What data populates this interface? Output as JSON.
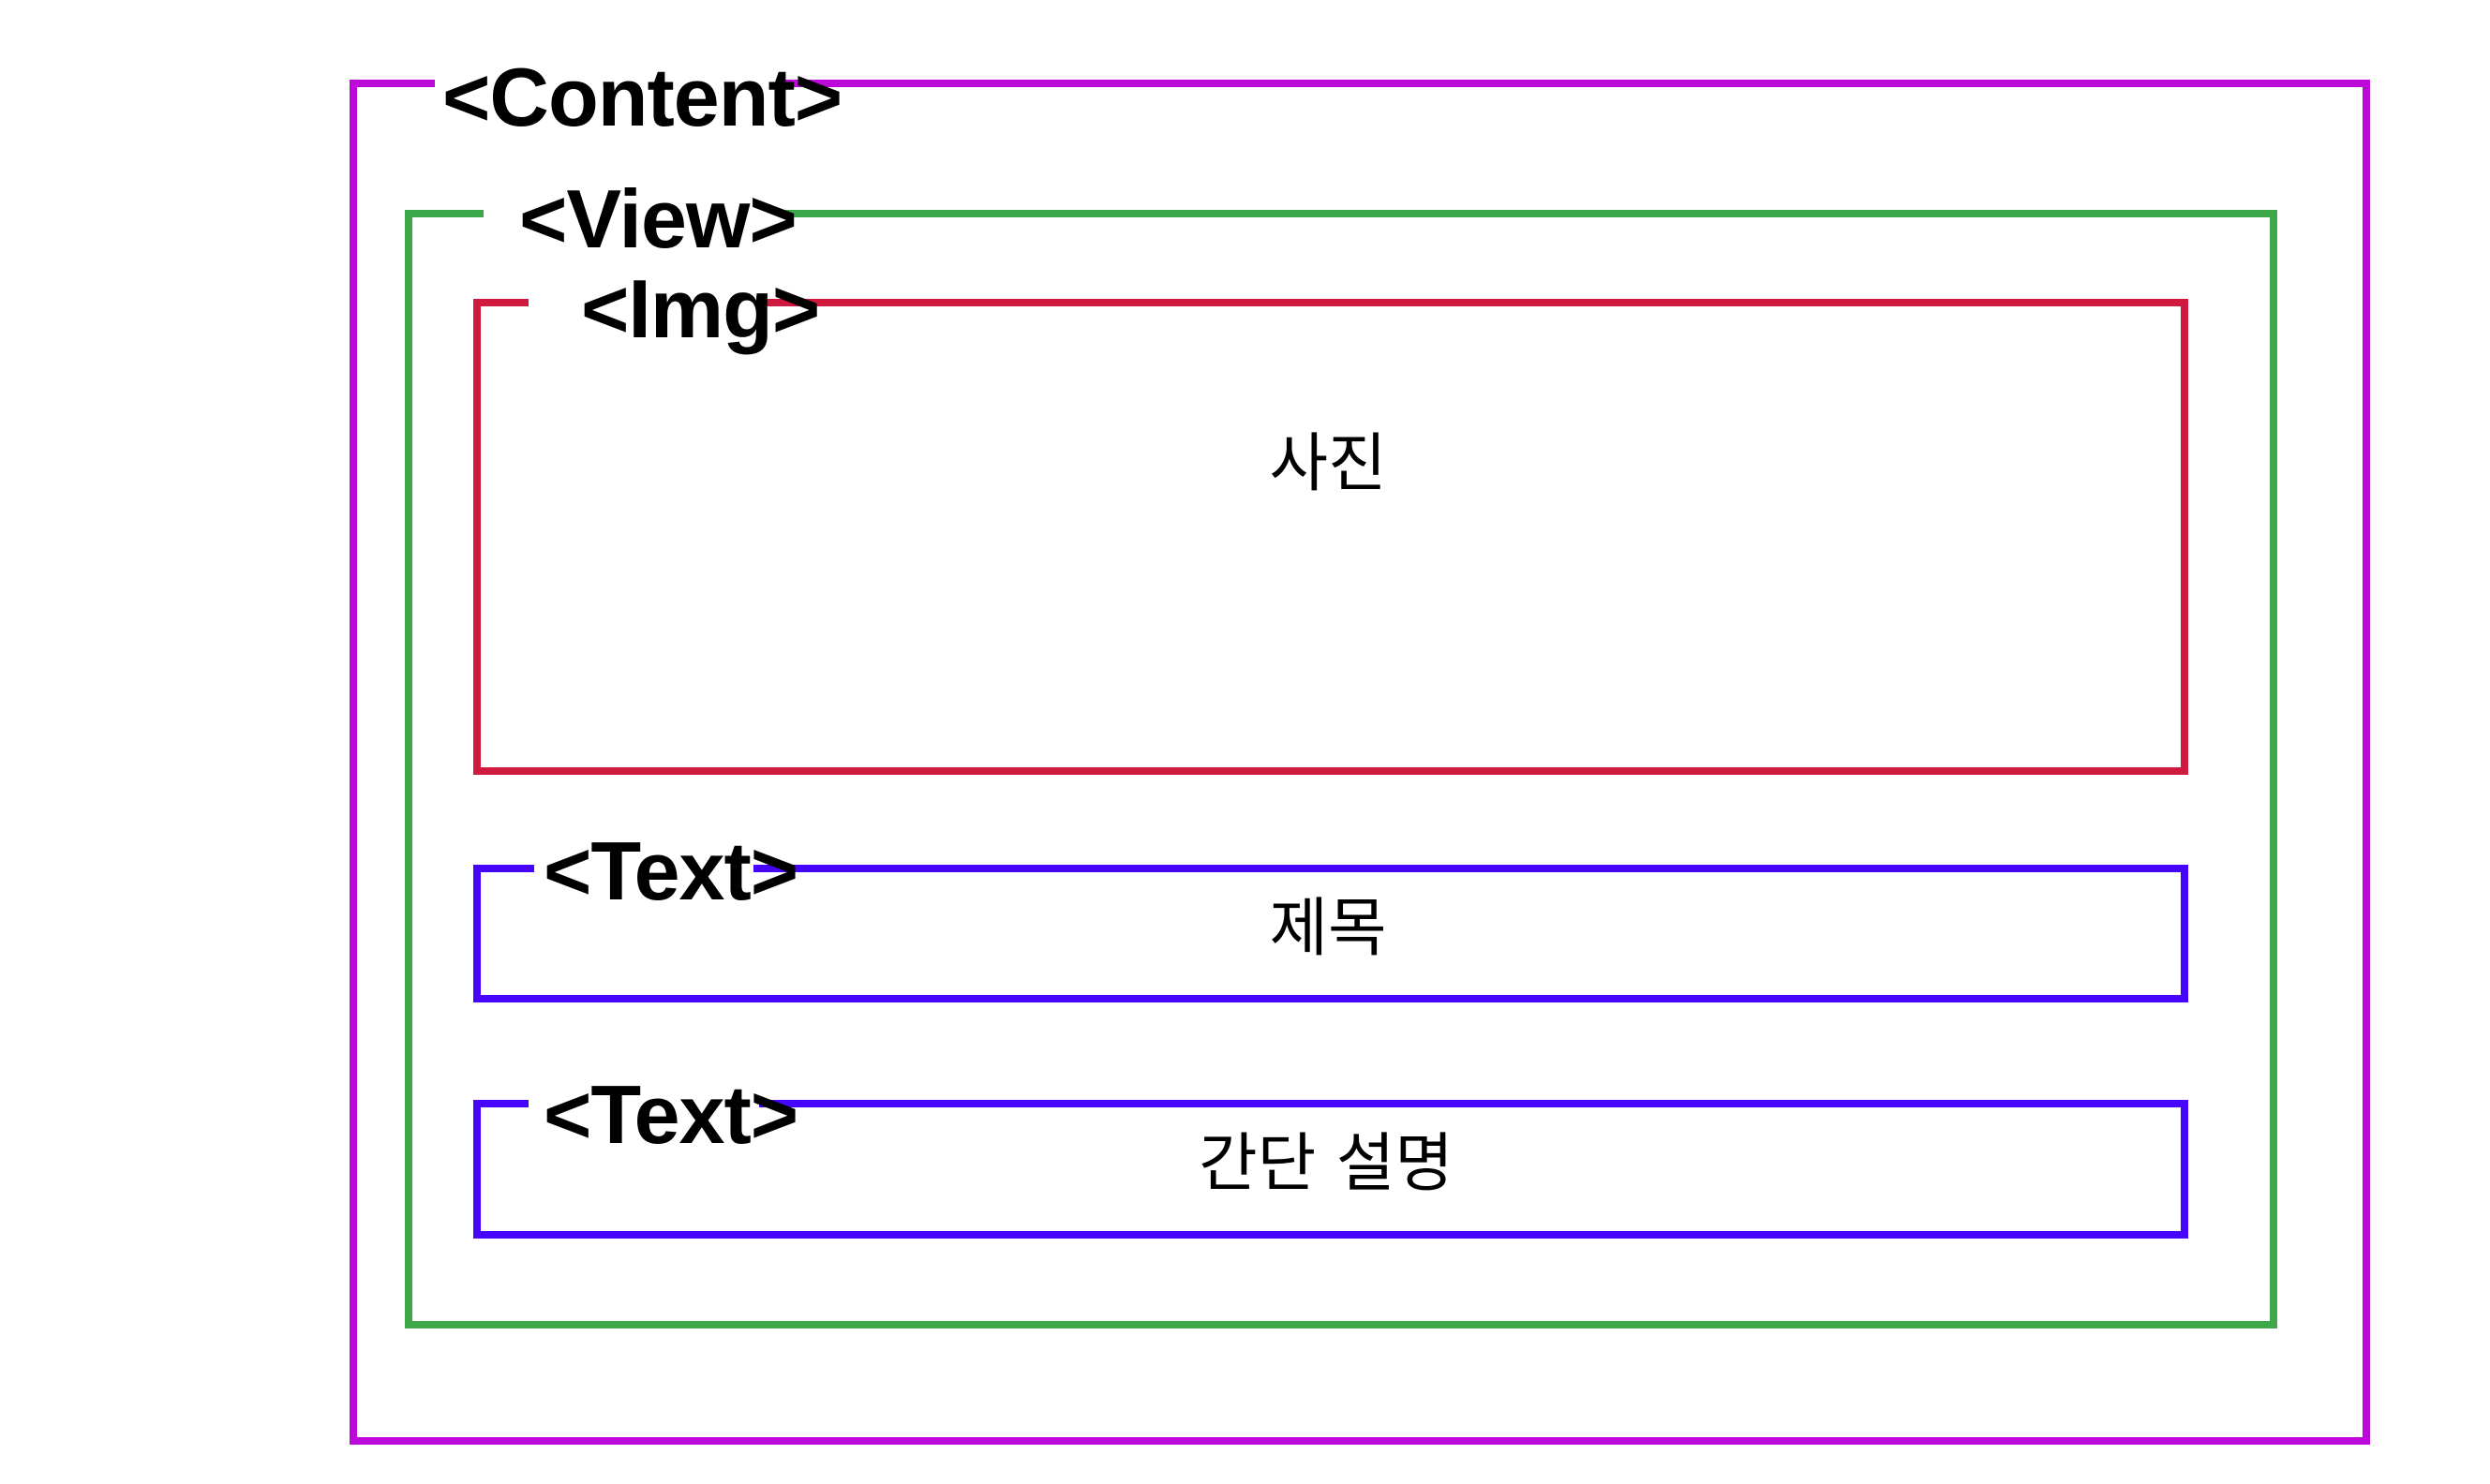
{
  "diagram": {
    "content": {
      "tag": "<Content>",
      "color": "#bc08d8"
    },
    "view": {
      "tag": "<View>",
      "color": "#3da84a"
    },
    "img": {
      "tag": "<Img>",
      "color": "#d0193e",
      "body": "사진"
    },
    "text_title": {
      "tag": "<Text>",
      "color": "#4505fa",
      "body": "제목"
    },
    "text_desc": {
      "tag": "<Text>",
      "color": "#4505fa",
      "body": "간단 설명"
    }
  }
}
